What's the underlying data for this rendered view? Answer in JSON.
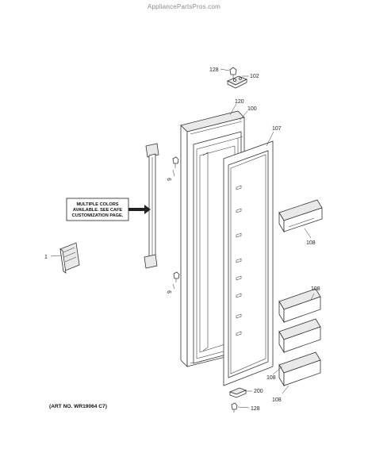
{
  "watermark": "AppliancePartsPros.com",
  "note": {
    "line1": "MULTIPLE COLORS",
    "line2": "AVAILABLE. SEE CAFE",
    "line3": "CUSTOMIZATION PAGE."
  },
  "art_number": "(ART NO. WR19064 C7)",
  "callouts": {
    "c128_top": "128",
    "c102": "102",
    "c120": "120",
    "c100": "100",
    "c107": "107",
    "c9_top": "9",
    "c9_bottom": "9",
    "c1": "1",
    "c108_a": "108",
    "c108_b": "108",
    "c108_c": "108",
    "c108_d": "108",
    "c200": "200",
    "c128_bottom": "128"
  }
}
